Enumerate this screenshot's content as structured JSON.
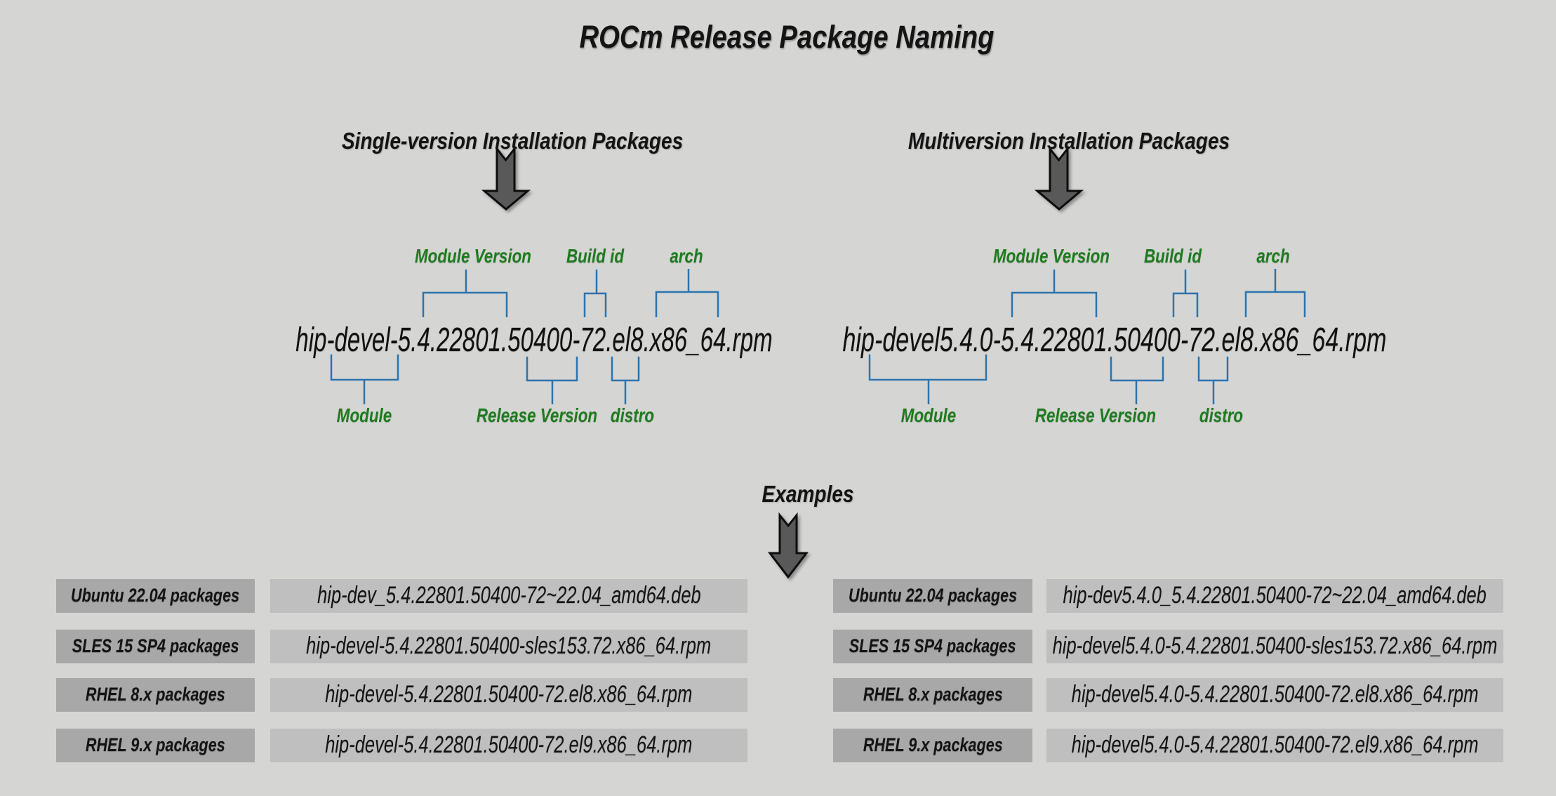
{
  "page": {
    "title": "ROCm Release Package Naming"
  },
  "colors": {
    "background": "#d5d5d3",
    "annotation_green": "#1e7b1f",
    "bracket_blue": "#2c74ae",
    "arrow_gray": "#595959",
    "label_box_gray": "#a8a8a8",
    "value_box_gray": "#bfbfbf"
  },
  "single_version": {
    "heading": "Single-version Installation Packages",
    "package_name": "hip-devel-5.4.22801.50400-72.el8.x86_64.rpm",
    "annotations": {
      "module_version": "Module Version",
      "build_id": "Build id",
      "arch": "arch",
      "module": "Module",
      "release_version": "Release Version",
      "distro": "distro"
    }
  },
  "multiversion": {
    "heading": "Multiversion Installation Packages",
    "package_name": "hip-devel5.4.0-5.4.22801.50400-72.el8.x86_64.rpm",
    "annotations": {
      "module_version": "Module Version",
      "build_id": "Build id",
      "arch": "arch",
      "module": "Module",
      "release_version": "Release Version",
      "distro": "distro"
    }
  },
  "examples": {
    "heading": "Examples",
    "single_version_rows": [
      {
        "label": "Ubuntu 22.04 packages",
        "value": "hip-dev_5.4.22801.50400-72~22.04_amd64.deb"
      },
      {
        "label": "SLES 15 SP4 packages",
        "value": "hip-devel-5.4.22801.50400-sles153.72.x86_64.rpm"
      },
      {
        "label": "RHEL 8.x packages",
        "value": "hip-devel-5.4.22801.50400-72.el8.x86_64.rpm"
      },
      {
        "label": "RHEL 9.x packages",
        "value": "hip-devel-5.4.22801.50400-72.el9.x86_64.rpm"
      }
    ],
    "multiversion_rows": [
      {
        "label": "Ubuntu 22.04 packages",
        "value": "hip-dev5.4.0_5.4.22801.50400-72~22.04_amd64.deb"
      },
      {
        "label": "SLES 15 SP4 packages",
        "value": "hip-devel5.4.0-5.4.22801.50400-sles153.72.x86_64.rpm"
      },
      {
        "label": "RHEL 8.x packages",
        "value": "hip-devel5.4.0-5.4.22801.50400-72.el8.x86_64.rpm"
      },
      {
        "label": "RHEL 9.x packages",
        "value": "hip-devel5.4.0-5.4.22801.50400-72.el9.x86_64.rpm"
      }
    ]
  }
}
